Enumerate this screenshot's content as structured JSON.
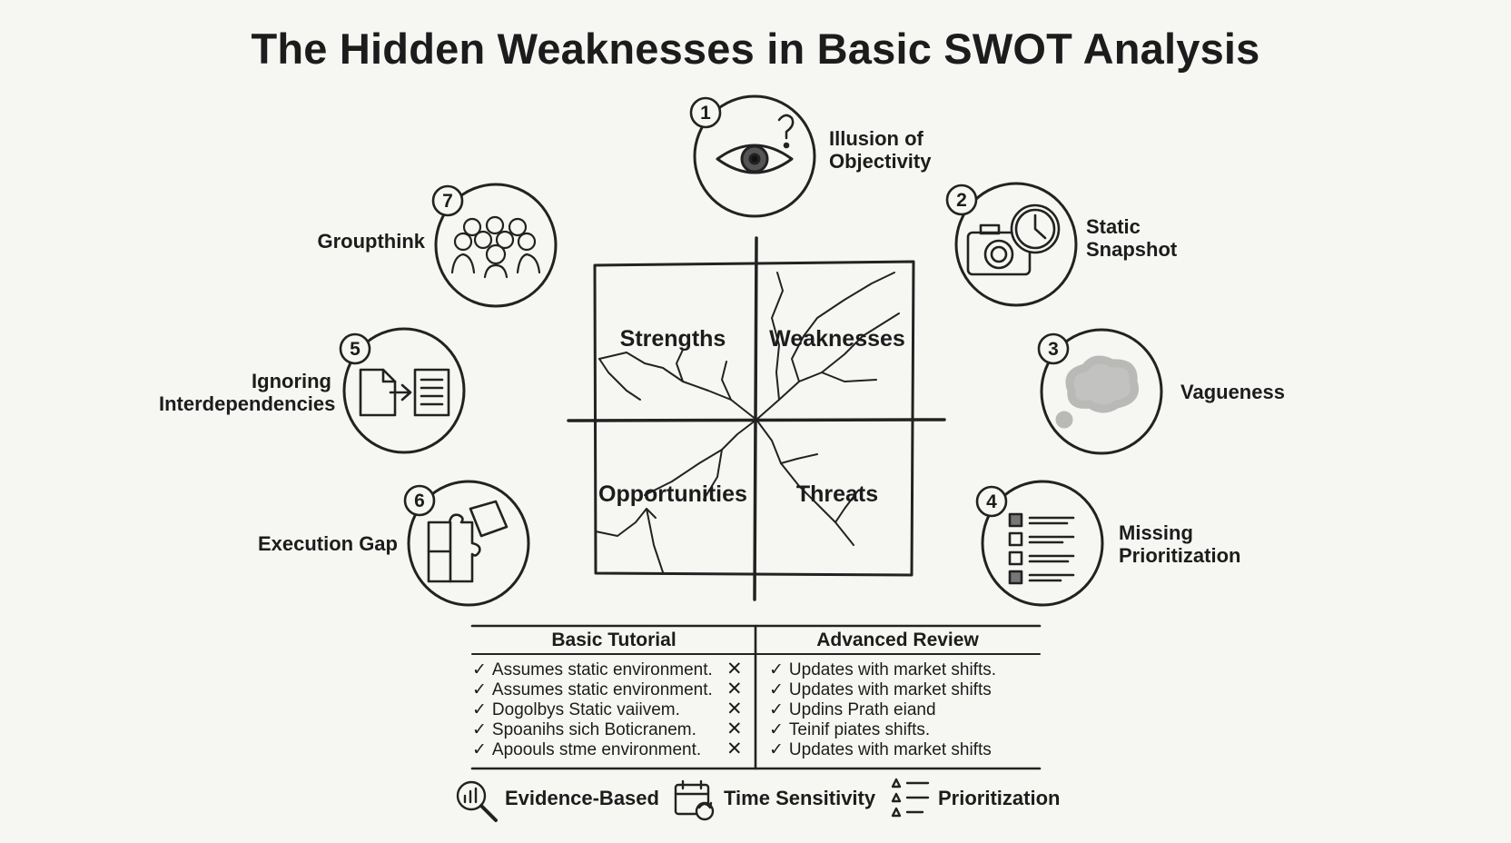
{
  "title": "The Hidden Weaknesses in Basic SWOT Analysis",
  "quadrants": {
    "strengths": "Strengths",
    "weaknesses": "Weaknesses",
    "opportunities": "Opportunities",
    "threats": "Threats"
  },
  "weaknesses": [
    {
      "number": "1",
      "label_lines": [
        "Illusion of",
        "Objectivity"
      ],
      "icon": "eye-question-icon"
    },
    {
      "number": "2",
      "label_lines": [
        "Static",
        "Snapshot"
      ],
      "icon": "camera-clock-icon"
    },
    {
      "number": "3",
      "label_lines": [
        "Vagueness"
      ],
      "icon": "blurry-cloud-icon"
    },
    {
      "number": "4",
      "label_lines": [
        "Missing",
        "Prioritization"
      ],
      "icon": "checklist-icon"
    },
    {
      "number": "5",
      "label_lines": [
        "Ignoring",
        "Interdependencies"
      ],
      "icon": "documents-arrow-icon"
    },
    {
      "number": "6",
      "label_lines": [
        "Execution Gap"
      ],
      "icon": "puzzle-icon"
    },
    {
      "number": "7",
      "label_lines": [
        "Groupthink"
      ],
      "icon": "crowd-icon"
    }
  ],
  "comparison": {
    "basic_header": "Basic Tutorial",
    "advanced_header": "Advanced Review",
    "basic_rows": [
      "Assumes static environment.",
      "Assumes static environment.",
      "Dogolbys Static vaiivem.",
      "Spoanihs sich Boticranem.",
      "Apoouls stme environment."
    ],
    "advanced_rows": [
      "Updates with market shifts.",
      "Updates with market shifts",
      "Updins Prath eiand",
      "Teinif piates shifts.",
      "Updates with market shifts"
    ],
    "check_glyph": "✓",
    "cross_glyph": "✕"
  },
  "legend": [
    {
      "label": "Evidence-Based",
      "icon": "magnifier-chart-icon"
    },
    {
      "label": "Time Sensitivity",
      "icon": "calendar-refresh-icon"
    },
    {
      "label": "Prioritization",
      "icon": "star-list-icon"
    }
  ]
}
